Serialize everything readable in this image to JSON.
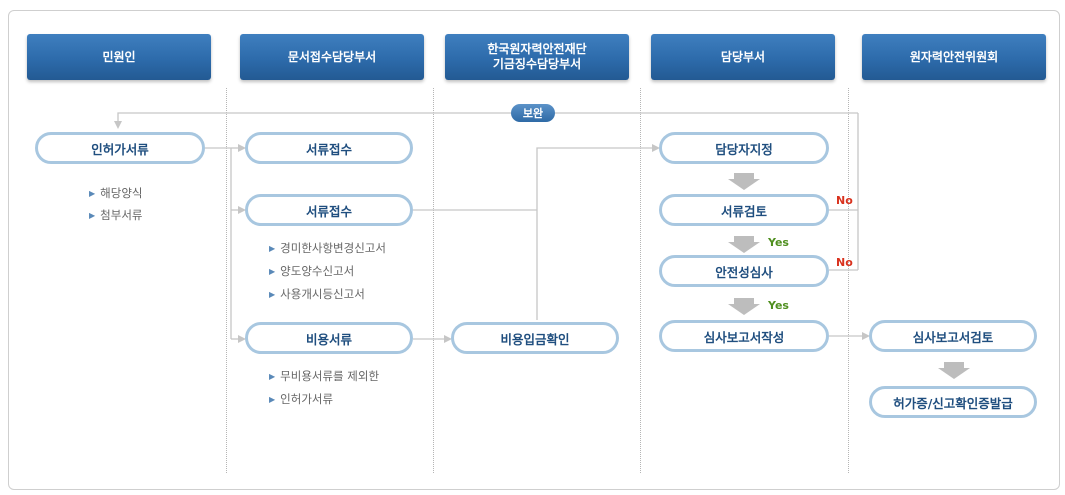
{
  "columns": [
    {
      "label": "민원인"
    },
    {
      "label": "문서접수담당부서"
    },
    {
      "label": "한국원자력안전재단\n기금징수담당부서"
    },
    {
      "label": "담당부서"
    },
    {
      "label": "원자력안전위원회"
    }
  ],
  "badge": "보완",
  "boxes": {
    "permit_docs": "인허가서류",
    "receipt_1": "서류접수",
    "receipt_2": "서류접수",
    "fee_docs": "비용서류",
    "fee_confirm": "비용입금확인",
    "assign": "담당자지정",
    "doc_review": "서류검토",
    "safety_review": "안전성심사",
    "report_write": "심사보고서작성",
    "report_review": "심사보고서검토",
    "issue": "허가증/신고확인증발급"
  },
  "notes": {
    "applicant": [
      "해당양식",
      "첨부서류"
    ],
    "receipt": [
      "경미한사항변경신고서",
      "양도양수신고서",
      "사용개시등신고서"
    ],
    "fee": [
      "무비용서류를 제외한",
      "인허가서류"
    ]
  },
  "labels": {
    "no_1": "No",
    "no_2": "No",
    "yes_1": "Yes",
    "yes_2": "Yes"
  }
}
